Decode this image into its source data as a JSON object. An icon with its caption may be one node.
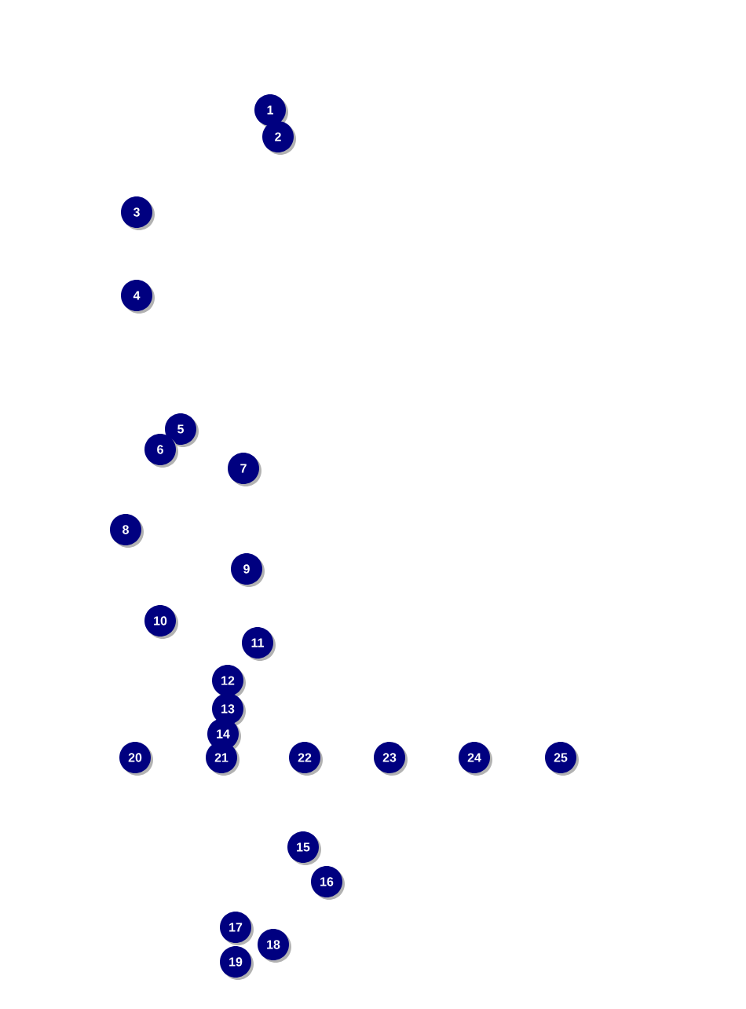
{
  "diagram": {
    "labels": [
      "1",
      "2",
      "3",
      "4",
      "5",
      "6",
      "7",
      "8",
      "9",
      "10",
      "11",
      "12",
      "13",
      "14",
      "20",
      "21",
      "22",
      "23",
      "24",
      "25",
      "15",
      "16",
      "17",
      "18",
      "19"
    ]
  }
}
